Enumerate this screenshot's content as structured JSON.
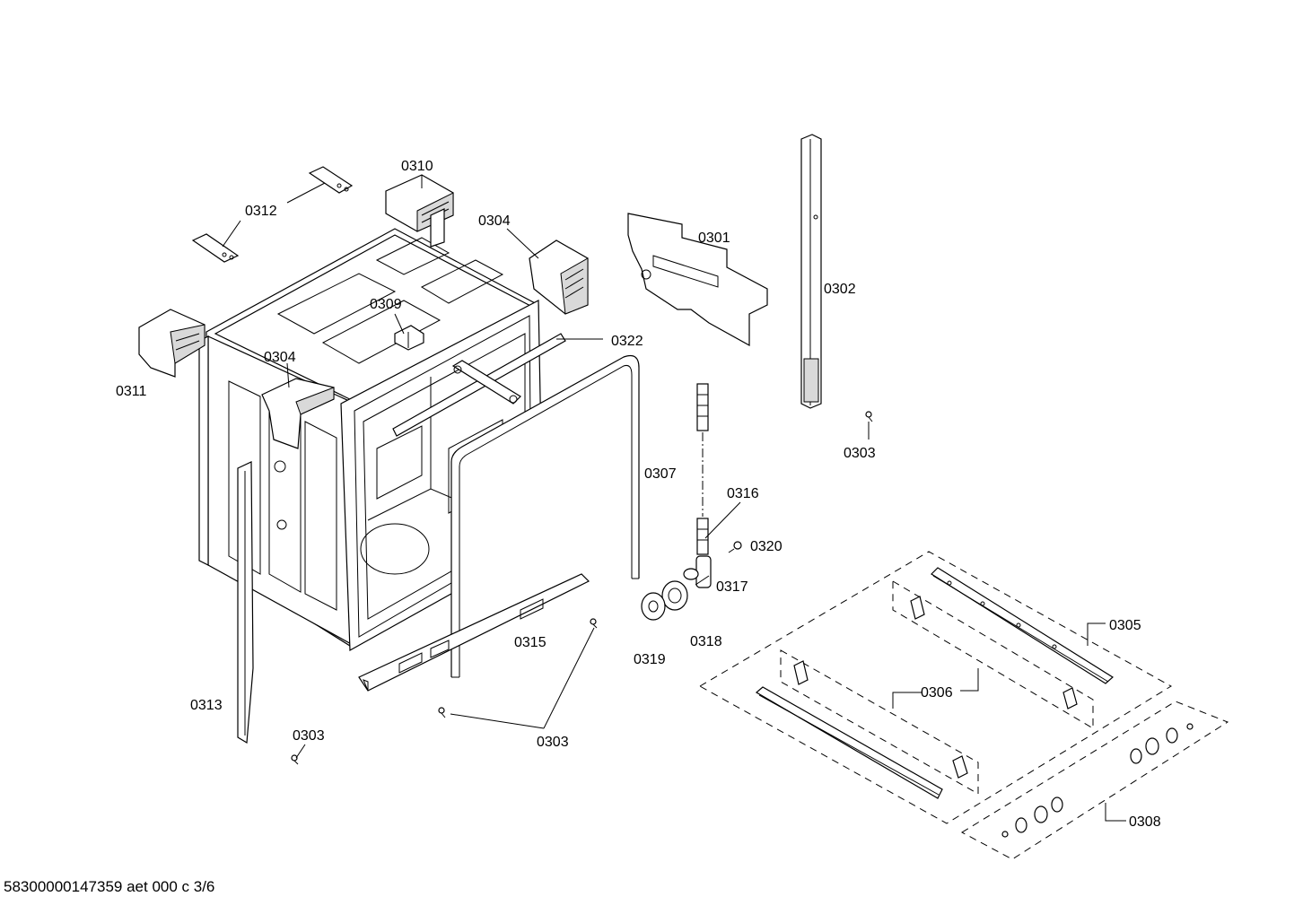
{
  "labels": {
    "p0301": "0301",
    "p0302": "0302",
    "p0303_a": "0303",
    "p0303_b": "0303",
    "p0303_c": "0303",
    "p0304_a": "0304",
    "p0304_b": "0304",
    "p0305": "0305",
    "p0306": "0306",
    "p0307": "0307",
    "p0308": "0308",
    "p0309": "0309",
    "p0310": "0310",
    "p0311": "0311",
    "p0312": "0312",
    "p0313": "0313",
    "p0315": "0315",
    "p0316": "0316",
    "p0317": "0317",
    "p0318": "0318",
    "p0319": "0319",
    "p0320": "0320",
    "p0322": "0322"
  },
  "footer": {
    "code": "58300000147359 aet 000 c 3/6"
  }
}
